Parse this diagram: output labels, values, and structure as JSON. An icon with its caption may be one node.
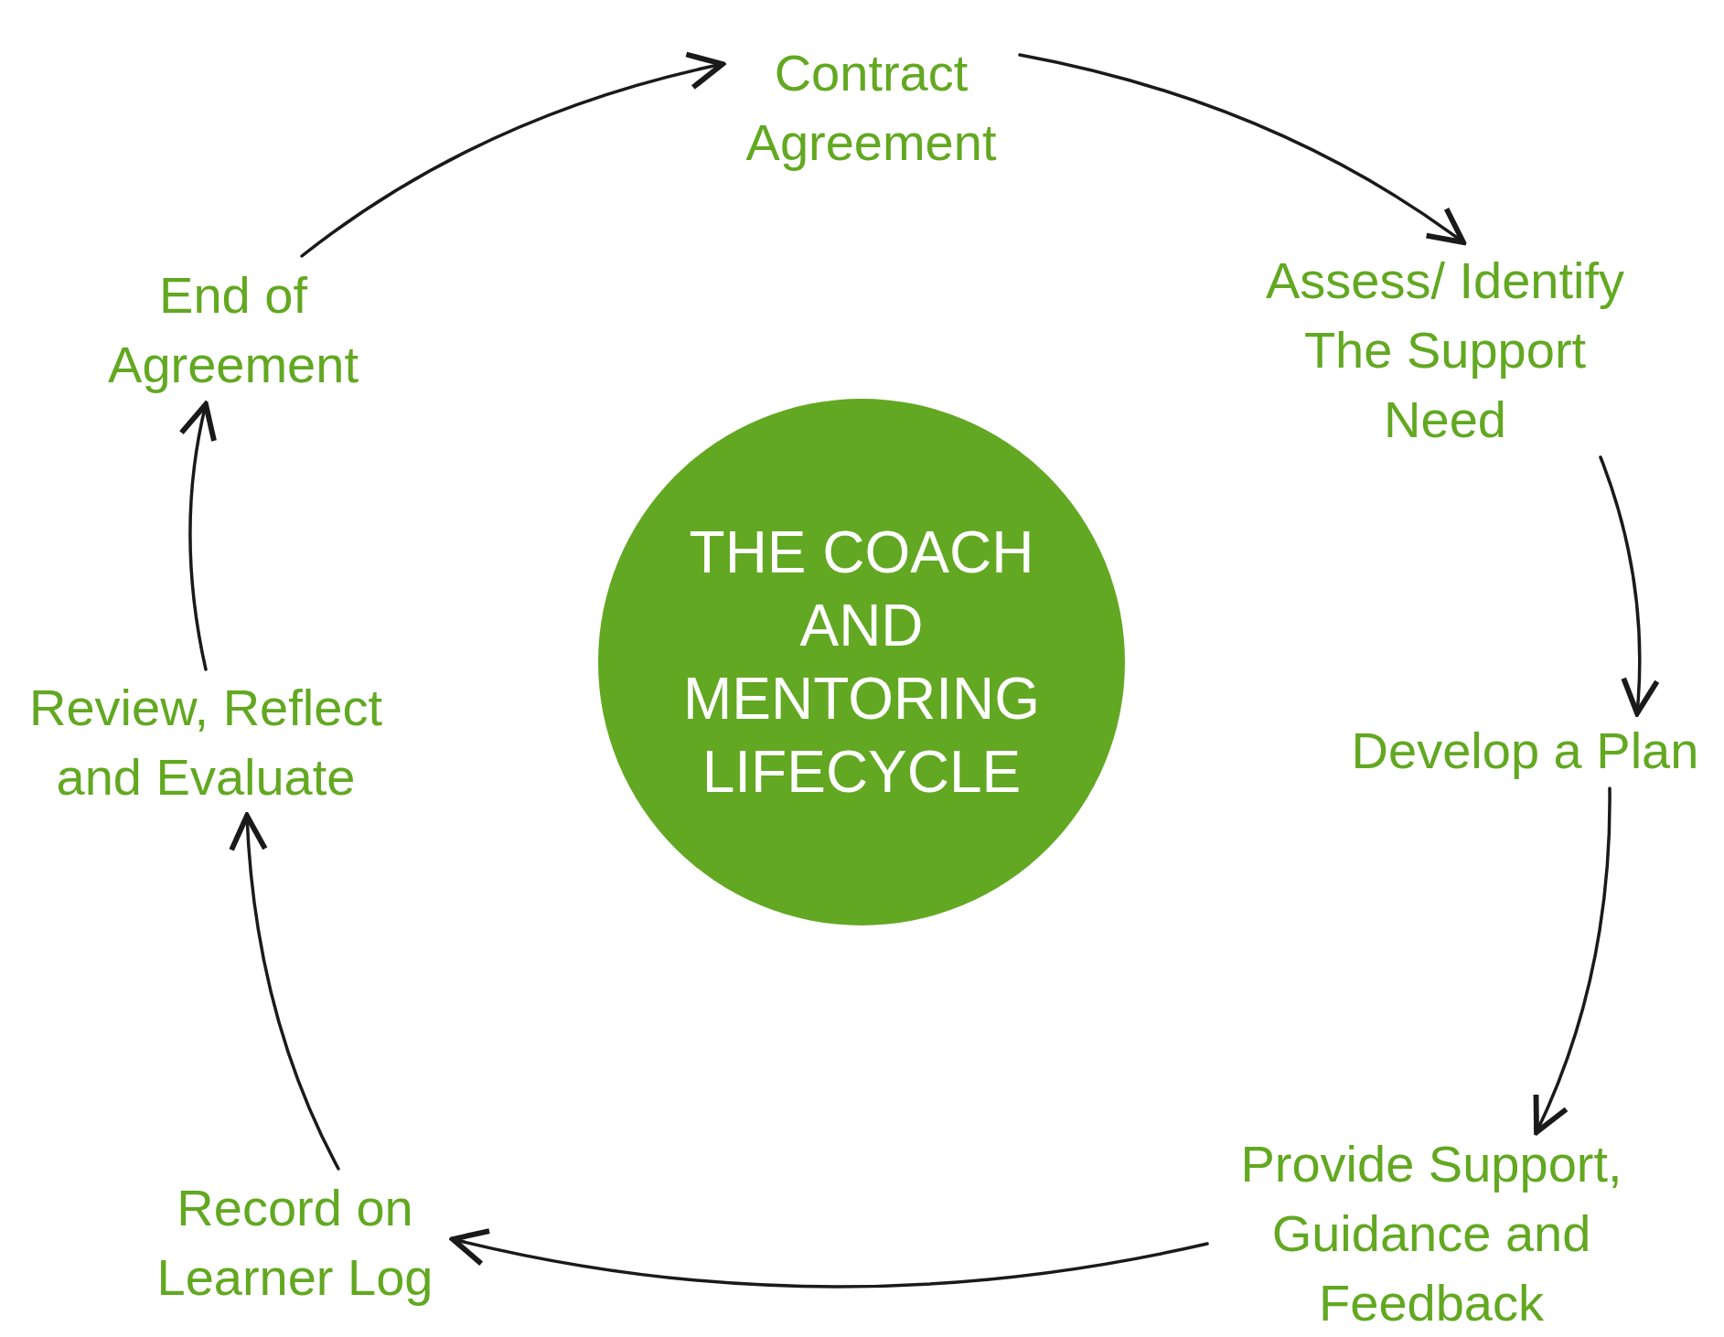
{
  "diagram": {
    "nodes": [
      {
        "text": [
          "THE COACH AND MENTORING LIFECYCLE"
        ]
      },
      {
        "text": [
          "Contract Agreement"
        ]
      },
      {
        "text": [
          "Assess/ Identify The Support Need"
        ]
      },
      {
        "text": [
          "Develop a Plan"
        ]
      },
      {
        "text": [
          "Provide Support, Guidance and Feedback"
        ]
      },
      {
        "text": [
          "Record on Learner Log"
        ]
      },
      {
        "text": [
          "Review, Reflect and Evaluate"
        ]
      },
      {
        "text": [
          "End of Agreement"
        ]
      }
    ],
    "edges": [
      {
        "from": 1,
        "to": 2,
        "arrow": "to"
      },
      {
        "from": 2,
        "to": 3,
        "arrow": "to"
      },
      {
        "from": 3,
        "to": 4,
        "arrow": "to"
      },
      {
        "from": 4,
        "to": 5,
        "arrow": "to"
      },
      {
        "from": 5,
        "to": 6,
        "arrow": "to"
      },
      {
        "from": 6,
        "to": 7,
        "arrow": "to"
      },
      {
        "from": 7,
        "to": 1,
        "arrow": "to"
      }
    ]
  }
}
